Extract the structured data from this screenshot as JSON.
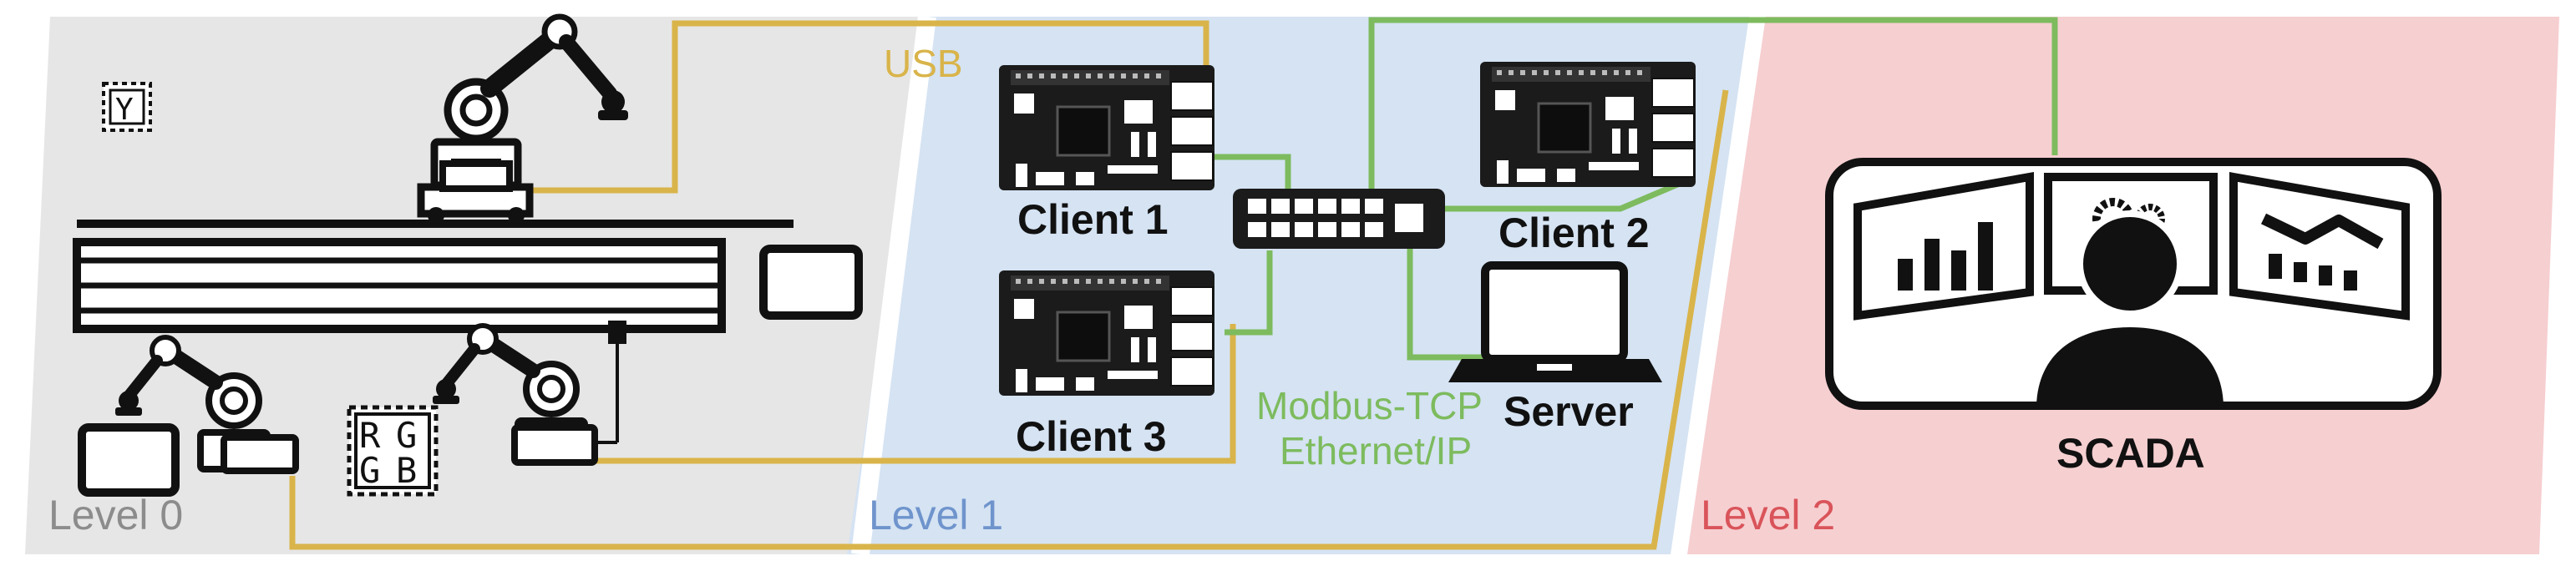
{
  "levels": [
    {
      "label": "Level 0",
      "color": "#8c8c8c",
      "fill": "#e6e6e6"
    },
    {
      "label": "Level 1",
      "color": "#6f94cc",
      "fill": "#d5e3f3"
    },
    {
      "label": "Level 2",
      "color": "#d9545a",
      "fill": "#f6cfd1"
    }
  ],
  "clients": [
    {
      "label": "Client 1"
    },
    {
      "label": "Client 2"
    },
    {
      "label": "Client 3"
    }
  ],
  "server": {
    "label": "Server"
  },
  "scada": {
    "label": "SCADA"
  },
  "links": {
    "usb": {
      "label": "USB",
      "color": "#d9b44a"
    },
    "network": {
      "protocol_1": "Modbus-TCP",
      "protocol_2": "Ethernet/IP",
      "color": "#7dbb5e"
    }
  },
  "chips": {
    "rgb": [
      "R",
      "G",
      "G",
      "B"
    ],
    "y": "Y"
  },
  "icons": [
    "robot-arm-icon",
    "raspberry-pi-icon",
    "network-switch-icon",
    "laptop-icon",
    "scada-operator-icon",
    "chip-icon"
  ]
}
